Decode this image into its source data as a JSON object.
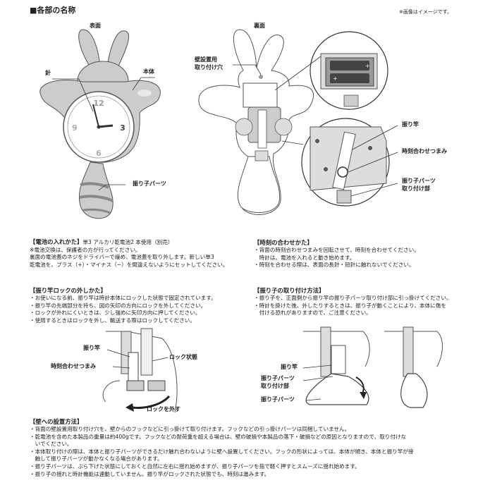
{
  "header": {
    "title": "■各部の名称",
    "note": "※画像はイメージです。"
  },
  "front": {
    "label": "表面",
    "needle": "針",
    "body": "本体",
    "pendulum": "振り子パーツ",
    "clock_numbers": [
      "12",
      "3",
      "6",
      "9"
    ]
  },
  "back": {
    "label": "裏面",
    "hook_hole_line1": "壁設置用",
    "hook_hole_line2": "取り付け穴",
    "rod": "振り竿",
    "knob": "時刻合わせつまみ",
    "mount_line1": "振り子パーツ",
    "mount_line2": "取り付け部",
    "battery_plus": "+",
    "battery_minus": "−"
  },
  "battery": {
    "heading": "【電池の入れかた】",
    "spec": "単3 アルカリ乾電池2 本使用（別売）",
    "lines": [
      "※電池交換は、保護者の方が行ってください。",
      "裏面の電池蓋のネジをドライバーで緩め、電池蓋を取り外します。新しい単3",
      "乾電池を、プラス（+）・マイナス（−）を間違えないようにセットしてください。"
    ]
  },
  "time": {
    "heading": "【時刻の合わせかた】",
    "lines": [
      "・背面の時刻合わせつまみを回転させて、時刻を合わせてください。",
      "　時計は、電池を入れると動き始めます。",
      "・時刻を合わせる際は、表面の長針・短針に触れないでください。"
    ]
  },
  "lock": {
    "heading": "【振り竿ロックの外しかた】",
    "lines": [
      "・お使いになる前、振り竿は時計本体にロックした状態で固定されています。",
      "・振り竿の先端部分を持ち、図の矢印の方向にロックを外してください。",
      "・ロックが外れにくいときは、少し強めに矢印方向に押してください。",
      "・使用するときはロックを外し、輸送する際はロックしてください。"
    ],
    "rod": "振り竿",
    "knob": "時刻合わせつまみ",
    "locked": "ロック状態",
    "unlock": "ロックを外す"
  },
  "attach": {
    "heading": "【振り子の取り付け方法】",
    "lines": [
      "・振り子を、正面側から振り竿の振り子パーツ取り付け部に引っ掛けてください。",
      "・時計を掛けた後、外したりするときは、振り子が動くことにより、本体に傷を",
      "　付ける恐れがありますので、ご注意ください。"
    ],
    "rod": "振り竿",
    "mount_line1": "振り子パーツ",
    "mount_line2": "取り付け部",
    "pendulum": "振り子パーツ"
  },
  "wall": {
    "heading": "【壁への設置方法】",
    "lines": [
      "・背面の壁設置用取り付け穴を、壁からのフックなどに引っ掛けて取り付けます。フックなどの引っ掛けパーツは同梱していません。",
      "・乾電池を含めた本製品の重量は約400gです。フックなどの耐荷重を超える場合は、壁の破損や本製品の落下・破損などの原因となりますので、取り付けな",
      "　いでください。",
      "・本体取り付けの際は、本体と振り子パーツができるだけ触れ合わないように壁へ設置してください。フックの形状によっては、本体が傾き、本体と振り竿が接",
      "　触して振り子パーツが動かなくなる場合があります。",
      "・振り子パーツは、ぶら下げた状態にしておくと自然に左右に揺れ始めますが、振り子パーツを指で軽く押すとスムーズに揺れ始めます。",
      "・振り子の揺れと時計機能は連動していません。振り竿がロックされた状態でも、時刻は進みます。"
    ]
  }
}
